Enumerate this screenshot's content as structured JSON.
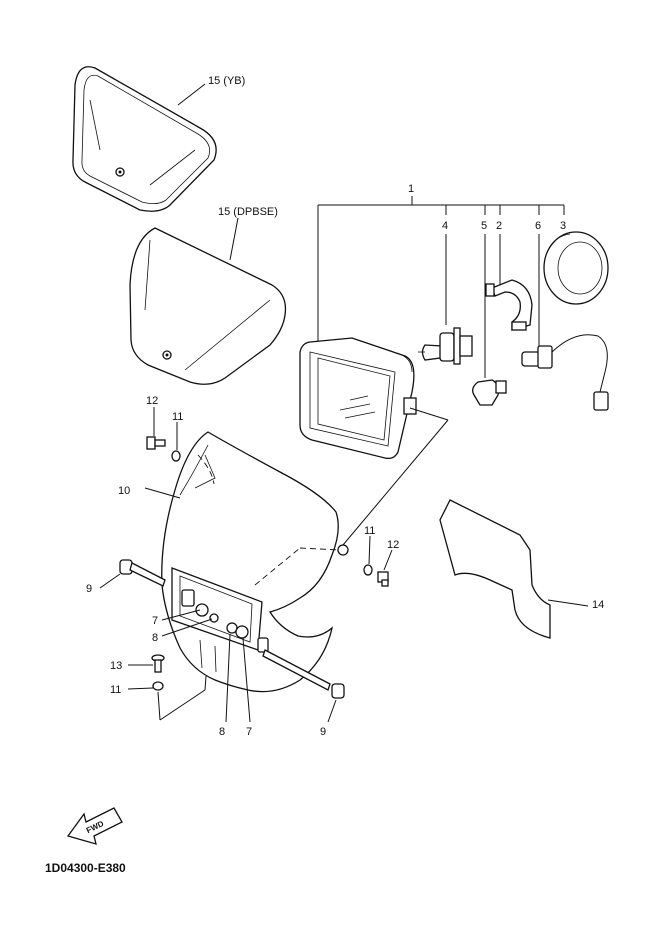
{
  "diagram_code": "1D04300-E380",
  "fwd_label": "FWD",
  "callouts": {
    "c1": "1",
    "c2": "2",
    "c3": "3",
    "c4": "4",
    "c5": "5",
    "c6": "6",
    "c7a": "7",
    "c7b": "7",
    "c8a": "8",
    "c8b": "8",
    "c9a": "9",
    "c9b": "9",
    "c10": "10",
    "c11a": "11",
    "c11b": "11",
    "c11c": "11",
    "c12a": "12",
    "c12b": "12",
    "c13": "13",
    "c14": "14",
    "c15yb": "15 (YB)",
    "c15dp": "15 (DPBSE)"
  }
}
